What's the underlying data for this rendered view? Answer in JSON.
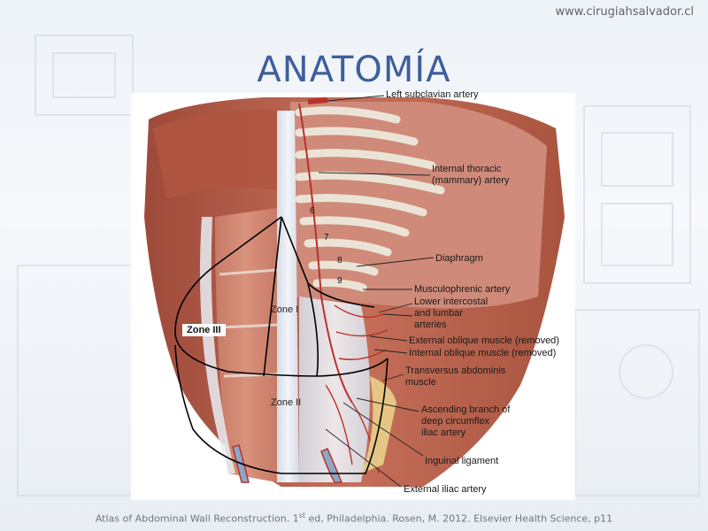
{
  "header": {
    "website": "www.cirugiahsalvador.cl",
    "title": "ANATOMÍA"
  },
  "figure": {
    "labels": {
      "left_subclavian": [
        "Left subclavian artery"
      ],
      "internal_thoracic": [
        "Internal thoracic",
        "(mammary) artery"
      ],
      "diaphragm": [
        "Diaphragm"
      ],
      "musculophrenic": [
        "Musculophrenic artery"
      ],
      "lower_intercostal": [
        "Lower intercostal",
        "and lumbar",
        "arteries"
      ],
      "external_oblique": [
        "External oblique muscle (removed)"
      ],
      "internal_oblique": [
        "Internal oblique muscle (removed)"
      ],
      "transversus": [
        "Transversus abdominis",
        "muscle"
      ],
      "ascending_branch": [
        "Ascending branch of",
        "deep circumflex",
        "iliac artery"
      ],
      "inguinal": [
        "Inguinal ligament"
      ],
      "external_iliac": [
        "External iliac artery"
      ]
    },
    "zones": {
      "zone1": "Zone I",
      "zone2": "Zone II",
      "zone3": "Zone III"
    },
    "rib_numbers": [
      "6",
      "7",
      "8",
      "9"
    ]
  },
  "footer": {
    "citation_pre": "Atlas of Abdominal Wall Reconstruction. 1",
    "citation_sup": "st",
    "citation_post": " ed, Philadelphia. Rosen, M. 2012. Elsevier Health Science, p11"
  },
  "colors": {
    "title": "#3d5f9d",
    "muscle": "#b5604e",
    "fascia": "#dfe3ea",
    "rib": "#f0eadf",
    "artery": "#c0392b"
  }
}
